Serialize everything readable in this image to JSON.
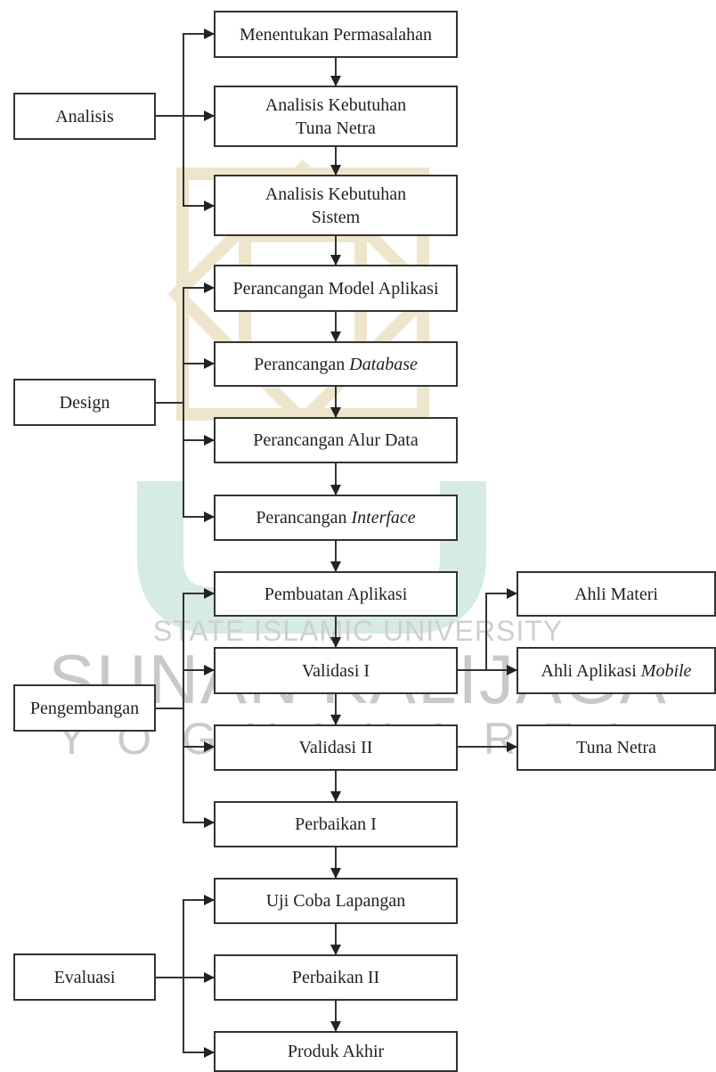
{
  "watermark": {
    "line1": "STATE ISLAMIC UNIVERSITY",
    "line2": "SUNAN KALIJAGA",
    "line3": "YOGYAKARTA"
  },
  "phases": {
    "analisis": "Analisis",
    "design": "Design",
    "pengembangan": "Pengembangan",
    "evaluasi": "Evaluasi"
  },
  "steps": {
    "menentukan": "Menentukan Permasalahan",
    "analisis_tuna_l1": "Analisis Kebutuhan",
    "analisis_tuna_l2": "Tuna Netra",
    "analisis_sistem_l1": "Analisis Kebutuhan",
    "analisis_sistem_l2": "Sistem",
    "model": "Perancangan Model Aplikasi",
    "database_pre": "Perancangan ",
    "database_it": "Database",
    "alur": "Perancangan Alur Data",
    "interface_pre": "Perancangan ",
    "interface_it": "Interface",
    "pembuatan": "Pembuatan Aplikasi",
    "validasi1": "Validasi I",
    "validasi2": "Validasi II",
    "perbaikan1": "Perbaikan I",
    "ujicoba": "Uji Coba Lapangan",
    "perbaikan2": "Perbaikan II",
    "produk": "Produk Akhir"
  },
  "validators": {
    "ahli_materi": "Ahli Materi",
    "ahli_aplikasi_pre": "Ahli Aplikasi ",
    "ahli_aplikasi_it": "Mobile",
    "tuna_netra": "Tuna Netra"
  }
}
